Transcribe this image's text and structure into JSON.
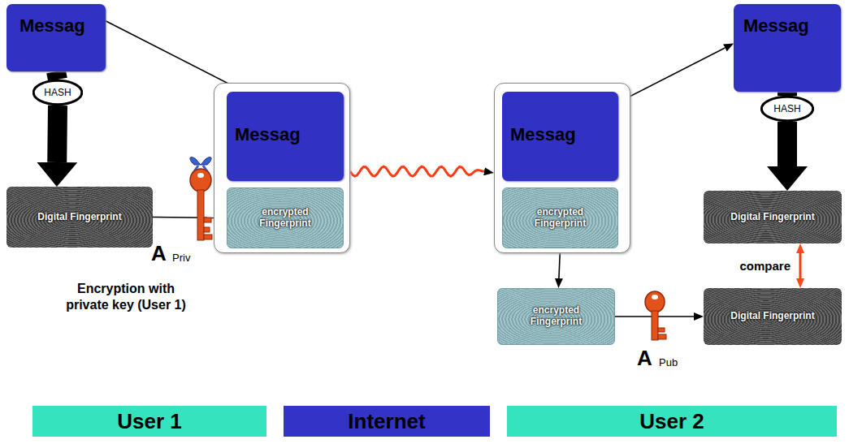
{
  "diagram": {
    "nodes": [
      {
        "text": [
          "Messag"
        ]
      },
      {
        "text": [
          "HASH"
        ]
      },
      {
        "text": [
          "Digital Fingerprint"
        ]
      },
      {
        "text": []
      },
      {
        "text": [
          "Messag"
        ],
        "in": 3
      },
      {
        "text": [
          "encrypted Fingerprint"
        ],
        "in": 3
      },
      {
        "text": []
      },
      {
        "text": [
          "Messag"
        ],
        "in": 6
      },
      {
        "text": [
          "encrypted Fingerprint"
        ],
        "in": 6
      },
      {
        "text": [
          "encrypted Fingerprint"
        ]
      },
      {
        "text": [
          "Messag"
        ]
      },
      {
        "text": [
          "HASH"
        ]
      },
      {
        "text": [
          "Digital Fingerprint"
        ]
      },
      {
        "text": [
          "Digital Fingerprint"
        ]
      },
      {
        "text": [
          "User 1"
        ]
      },
      {
        "text": [
          "Internet"
        ]
      },
      {
        "text": [
          "User 2"
        ]
      }
    ],
    "edges": [
      {
        "from": 0,
        "to": 1,
        "arrow": "none"
      },
      {
        "from": 1,
        "to": 2,
        "arrow": "to"
      },
      {
        "from": 0,
        "to": 4,
        "arrow": "to"
      },
      {
        "from": 2,
        "to": 5,
        "arrow": "to"
      },
      {
        "from": 3,
        "to": 6,
        "arrow": "to"
      },
      {
        "from": 7,
        "to": 10,
        "arrow": "to"
      },
      {
        "from": 8,
        "to": 9,
        "arrow": "to"
      },
      {
        "from": 9,
        "to": 13,
        "arrow": "to"
      },
      {
        "from": 10,
        "to": 11,
        "arrow": "none"
      },
      {
        "from": 11,
        "to": 12,
        "arrow": "to"
      },
      {
        "from": 12,
        "to": 13,
        "arrow": "both",
        "label": "compare"
      }
    ],
    "labels": [
      "A",
      "Priv",
      "Encryption with private key (User 1)",
      "A",
      "Pub"
    ]
  }
}
